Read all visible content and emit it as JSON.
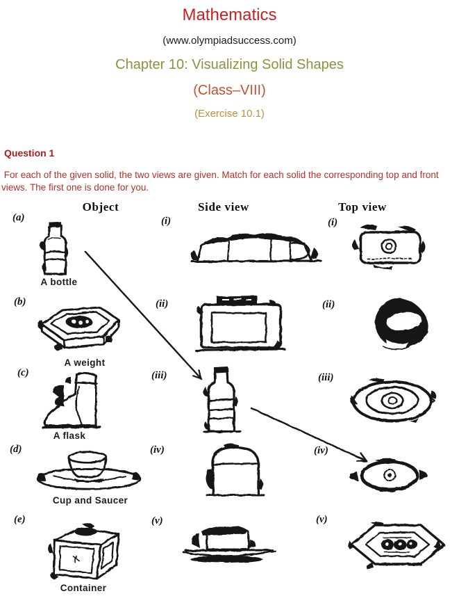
{
  "colors": {
    "title-red": "#c32222",
    "chapter-olive": "#8f9040",
    "class-rust": "#c2512e",
    "exercise-tan": "#c08d3e",
    "question-red": "#a81d1d",
    "body-red": "#b23229",
    "ink": "#191919"
  },
  "header": {
    "title": "Mathematics",
    "site": "(www.olympiadsuccess.com)",
    "chapter": "Chapter 10: Visualizing Solid Shapes",
    "class_line": "(Class–VIII)",
    "exercise": "(Exercise 10.1)"
  },
  "question": {
    "heading": "Question 1",
    "body": " For each of the given solid, the two views are given. Match for each solid the corresponding top and front views. The first one is done for you."
  },
  "figure": {
    "columns": [
      "Object",
      "Side view",
      "Top view"
    ],
    "objects": [
      {
        "label": "(a)",
        "caption": "A bottle"
      },
      {
        "label": "(b)",
        "caption": "A weight"
      },
      {
        "label": "(c)",
        "caption": "A flask"
      },
      {
        "label": "(d)",
        "caption": "Cup and Saucer"
      },
      {
        "label": "(e)",
        "caption": "Container"
      }
    ],
    "side_views": [
      {
        "label": "(i)"
      },
      {
        "label": "(ii)"
      },
      {
        "label": "(iii)"
      },
      {
        "label": "(iv)"
      },
      {
        "label": "(v)"
      }
    ],
    "top_views": [
      {
        "label": "(i)"
      },
      {
        "label": "(ii)"
      },
      {
        "label": "(iii)"
      },
      {
        "label": "(iv)"
      },
      {
        "label": "(v)"
      }
    ],
    "matches_shown": [
      {
        "from": "object (a) A bottle",
        "to": "side view (iii)"
      },
      {
        "from": "side view (iii)",
        "to": "top view (iv)"
      }
    ]
  }
}
